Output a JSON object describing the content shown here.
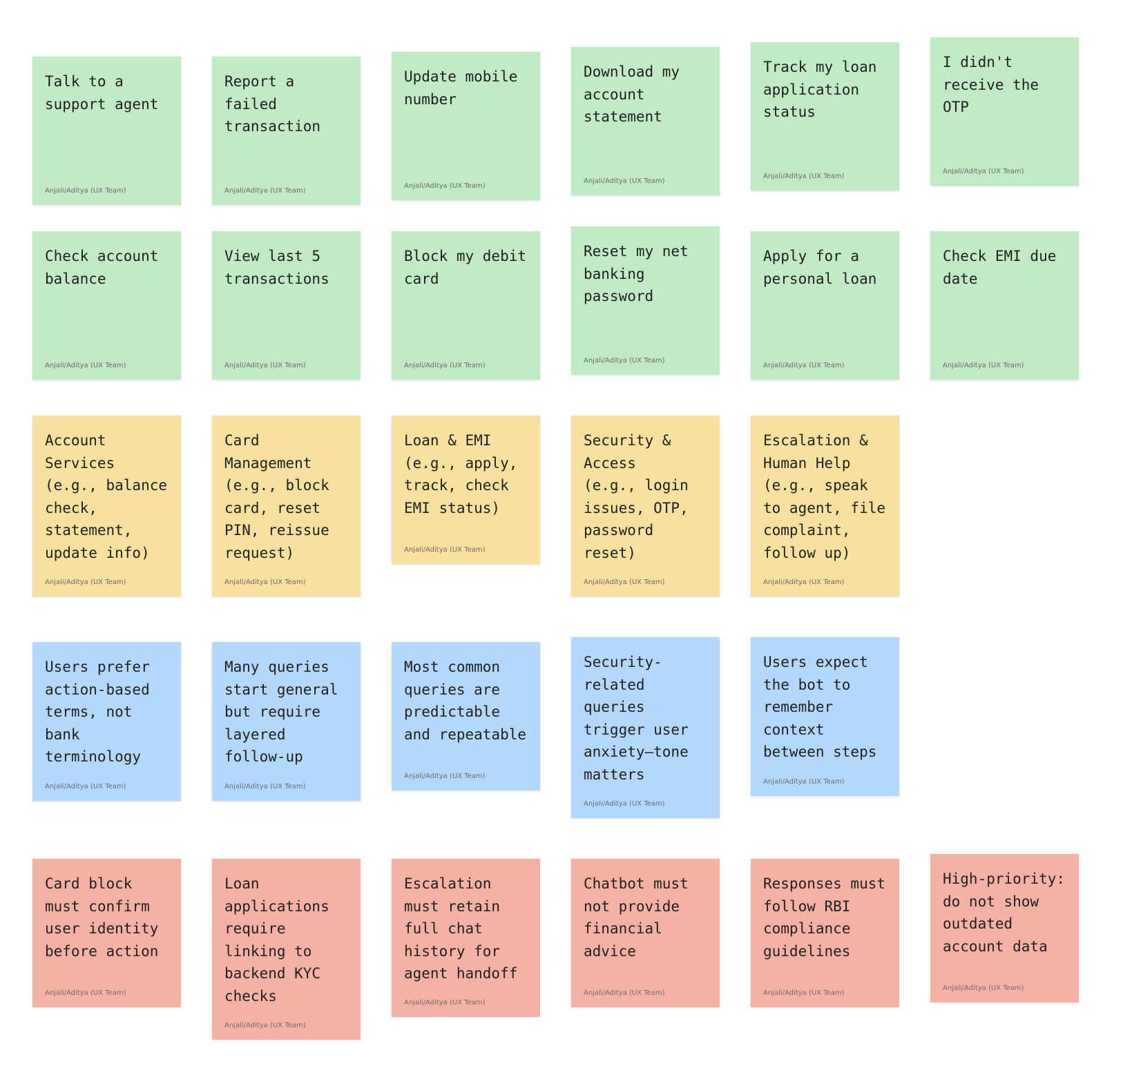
{
  "board": {
    "colors": {
      "green": "#c1ebc4",
      "yellow": "#f8e0a0",
      "blue": "#b3d8fb",
      "red": "#f4b2a5"
    },
    "notes": [
      {
        "name": "note-talk-to-support-agent",
        "color": "green",
        "text": "Talk to a\nsupport agent",
        "author": "Anjali/Aditya (UX Team)"
      },
      {
        "name": "note-report-failed-transaction",
        "color": "green",
        "text": "Report a\nfailed\ntransaction",
        "author": "Anjali/Aditya (UX Team)"
      },
      {
        "name": "note-update-mobile-number",
        "color": "green",
        "text": "Update mobile\nnumber",
        "author": "Anjali/Aditya (UX Team)"
      },
      {
        "name": "note-download-account-statement",
        "color": "green",
        "text": "Download my\naccount\nstatement",
        "author": "Anjali/Aditya (UX Team)"
      },
      {
        "name": "note-track-loan-application",
        "color": "green",
        "text": "Track my loan\napplication\nstatus",
        "author": "Anjali/Aditya (UX Team)"
      },
      {
        "name": "note-didnt-receive-otp",
        "color": "green",
        "text": "I didn't\nreceive the\nOTP",
        "author": "Anjali/Aditya (UX Team)"
      },
      {
        "name": "note-check-account-balance",
        "color": "green",
        "text": "Check account\nbalance",
        "author": "Anjali/Aditya (UX Team)"
      },
      {
        "name": "note-view-last-5-transactions",
        "color": "green",
        "text": "View last 5\ntransactions",
        "author": "Anjali/Aditya (UX Team)"
      },
      {
        "name": "note-block-debit-card",
        "color": "green",
        "text": "Block my debit\ncard",
        "author": "Anjali/Aditya (UX Team)"
      },
      {
        "name": "note-reset-net-banking-password",
        "color": "green",
        "text": "Reset my net\nbanking\npassword",
        "author": "Anjali/Aditya (UX Team)"
      },
      {
        "name": "note-apply-personal-loan",
        "color": "green",
        "text": "Apply for a\npersonal loan",
        "author": "Anjali/Aditya (UX Team)"
      },
      {
        "name": "note-check-emi-due-date",
        "color": "green",
        "text": "Check EMI due\ndate",
        "author": "Anjali/Aditya (UX Team)"
      },
      {
        "name": "note-account-services",
        "color": "yellow",
        "text": "Account\nServices\n(e.g., balance\ncheck,\nstatement,\nupdate info)",
        "author": "Anjali/Aditya (UX Team)"
      },
      {
        "name": "note-card-management",
        "color": "yellow",
        "text": "Card\nManagement\n(e.g., block\ncard, reset\nPIN, reissue\nrequest)",
        "author": "Anjali/Aditya (UX Team)"
      },
      {
        "name": "note-loan-emi",
        "color": "yellow",
        "text": "Loan & EMI\n(e.g., apply,\ntrack, check\nEMI status)",
        "author": "Anjali/Aditya (UX Team)"
      },
      {
        "name": "note-security-access",
        "color": "yellow",
        "text": "Security &\nAccess\n(e.g., login\nissues, OTP,\npassword\nreset)",
        "author": "Anjali/Aditya (UX Team)"
      },
      {
        "name": "note-escalation-human-help",
        "color": "yellow",
        "text": "Escalation &\nHuman Help\n(e.g., speak\nto agent, file\ncomplaint,\nfollow up)",
        "author": "Anjali/Aditya (UX Team)"
      },
      {
        "name": "note-users-prefer-action-terms",
        "color": "blue",
        "text": "Users prefer\naction-based\nterms, not\nbank\nterminology",
        "author": "Anjali/Aditya (UX Team)"
      },
      {
        "name": "note-queries-layered-follow-up",
        "color": "blue",
        "text": "Many queries\nstart general\nbut require\nlayered\nfollow-up",
        "author": "Anjali/Aditya (UX Team)"
      },
      {
        "name": "note-common-queries-predictable",
        "color": "blue",
        "text": "Most common\nqueries are\npredictable\nand repeatable",
        "author": "Anjali/Aditya (UX Team)"
      },
      {
        "name": "note-security-queries-anxiety",
        "color": "blue",
        "text": "Security-\nrelated\nqueries\ntrigger user\nanxiety—tone\nmatters",
        "author": "Anjali/Aditya (UX Team)"
      },
      {
        "name": "note-users-expect-context",
        "color": "blue",
        "text": "Users expect\nthe bot to\nremember\ncontext\nbetween steps",
        "author": "Anjali/Aditya (UX Team)"
      },
      {
        "name": "note-card-block-confirm-identity",
        "color": "red",
        "text": "Card block\nmust confirm\nuser identity\nbefore action",
        "author": "Anjali/Aditya (UX Team)"
      },
      {
        "name": "note-loan-kyc-checks",
        "color": "red",
        "text": "Loan\napplications\nrequire\nlinking to\nbackend KYC\nchecks",
        "author": "Anjali/Aditya (UX Team)"
      },
      {
        "name": "note-escalation-retain-history",
        "color": "red",
        "text": "Escalation\nmust retain\nfull chat\nhistory for\nagent handoff",
        "author": "Anjali/Aditya (UX Team)"
      },
      {
        "name": "note-no-financial-advice",
        "color": "red",
        "text": "Chatbot must\nnot provide\nfinancial\nadvice",
        "author": "Anjali/Aditya (UX Team)"
      },
      {
        "name": "note-rbi-compliance",
        "color": "red",
        "text": "Responses must\nfollow RBI\ncompliance\nguidelines",
        "author": "Anjali/Aditya (UX Team)"
      },
      {
        "name": "note-no-outdated-data",
        "color": "red",
        "text": "High-priority:\ndo not show\noutdated\naccount data",
        "author": "Anjali/Aditya (UX Team)"
      }
    ]
  }
}
